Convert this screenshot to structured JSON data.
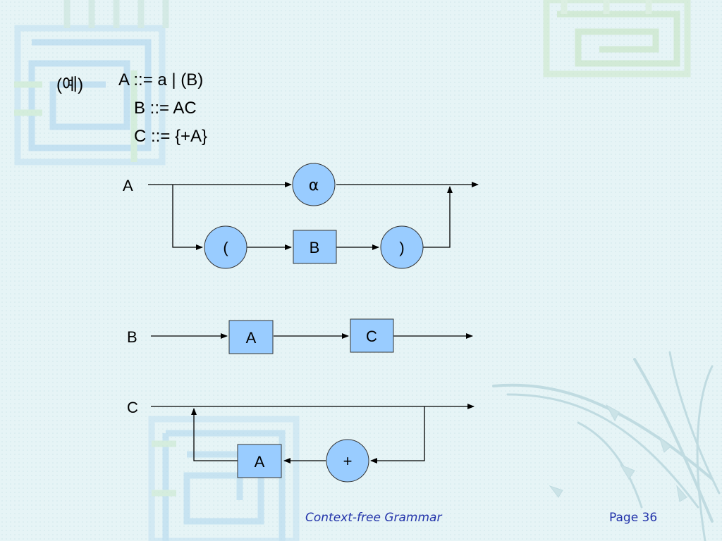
{
  "grammar": {
    "example_label": "(예)",
    "rule_a": "A ::= a | (B)",
    "rule_b": "B ::= AC",
    "rule_c": "C ::= {+A}"
  },
  "diagram_a": {
    "label": "A",
    "alpha": "α",
    "open_paren": "(",
    "b_box": "B",
    "close_paren": ")"
  },
  "diagram_b": {
    "label": "B",
    "a_box": "A",
    "c_box": "C"
  },
  "diagram_c": {
    "label": "C",
    "a_box": "A",
    "plus": "+"
  },
  "footer": {
    "title": "Context-free Grammar",
    "page": "Page 36"
  },
  "colors": {
    "node_fill": "#99ccff",
    "background": "#e6f4f6",
    "footer_text": "#2233aa"
  }
}
